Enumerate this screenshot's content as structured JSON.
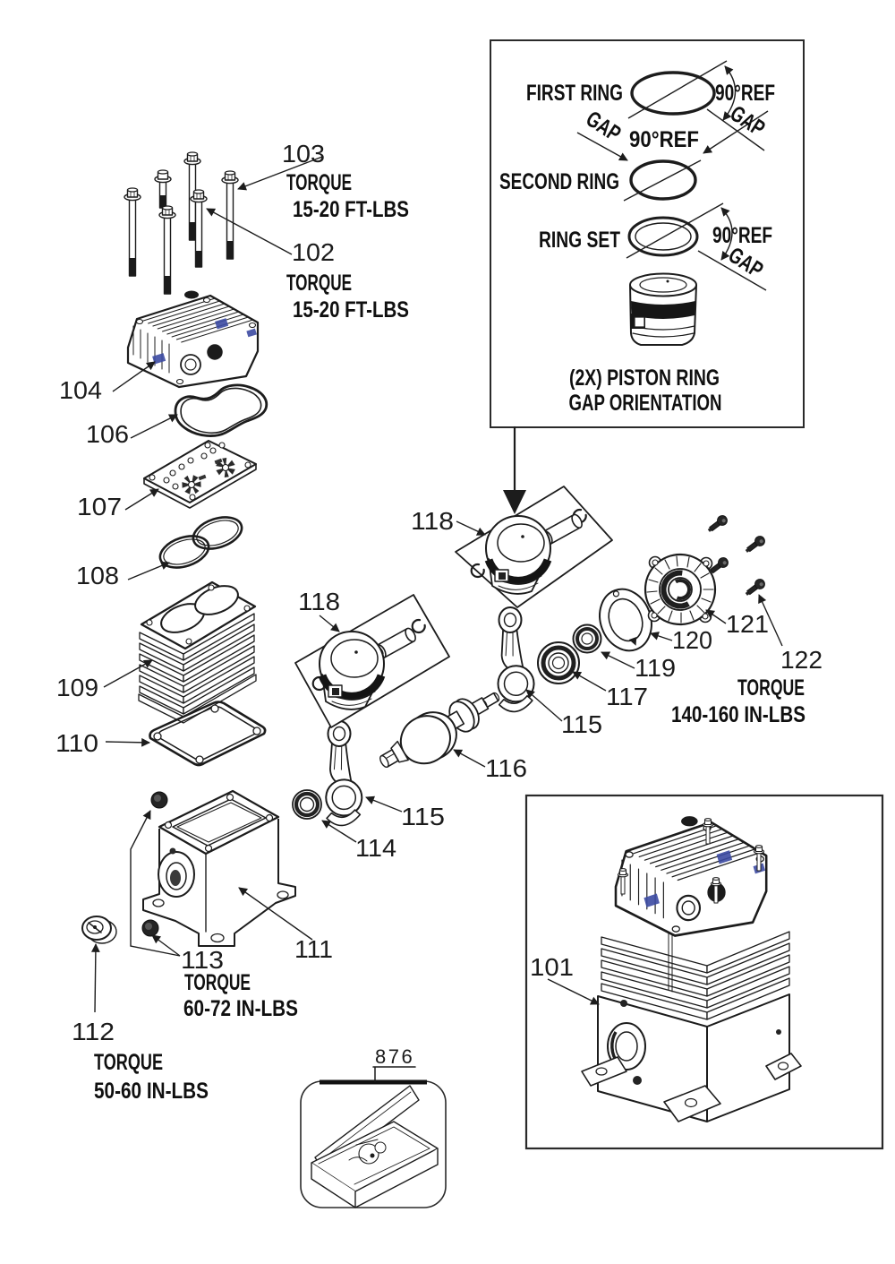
{
  "colors": {
    "background": "#ffffff",
    "line": "#1c1c1c",
    "accent_blue": "#3c4ba3"
  },
  "inset": {
    "first_ring": "FIRST RING",
    "second_ring": "SECOND RING",
    "ring_set": "RING SET",
    "ref1": "90°REF",
    "ref2": "90°REF",
    "ref3": "90°REF",
    "gap1": "GAP",
    "gap2": "GAP",
    "gap3": "GAP",
    "caption1": "(2X) PISTON RING",
    "caption2": "GAP ORIENTATION"
  },
  "callouts": {
    "n101": "101",
    "n102": "102",
    "n103": "103",
    "n104": "104",
    "n106": "106",
    "n107": "107",
    "n108": "108",
    "n109": "109",
    "n110": "110",
    "n111": "111",
    "n112": "112",
    "n113": "113",
    "n114": "114",
    "n115a": "115",
    "n115b": "115",
    "n116": "116",
    "n117": "117",
    "n118a": "118",
    "n118b": "118",
    "n119": "119",
    "n120": "120",
    "n121": "121",
    "n122": "122",
    "n876": "876"
  },
  "torques": {
    "t103": {
      "label": "TORQUE",
      "value": "15-20 FT-LBS"
    },
    "t102": {
      "label": "TORQUE",
      "value": "15-20 FT-LBS"
    },
    "t113": {
      "label": "TORQUE",
      "value": "60-72 IN-LBS"
    },
    "t112": {
      "label": "TORQUE",
      "value": "50-60 IN-LBS"
    },
    "t122": {
      "label": "TORQUE",
      "value": "140-160 IN-LBS"
    }
  }
}
